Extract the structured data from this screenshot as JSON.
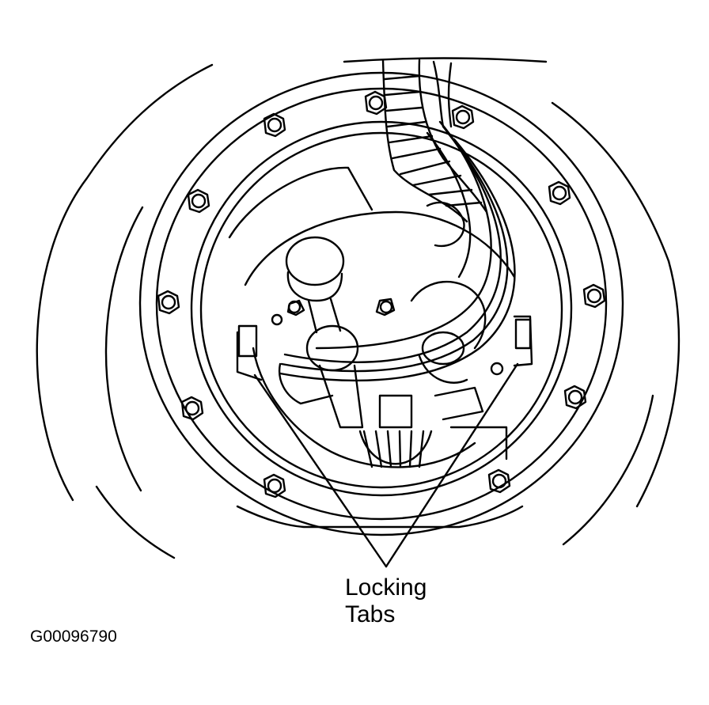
{
  "callout": {
    "line1": "Locking",
    "line2": "Tabs"
  },
  "figure_id": "G00096790",
  "colors": {
    "ink": "#000000",
    "paper": "#ffffff"
  }
}
